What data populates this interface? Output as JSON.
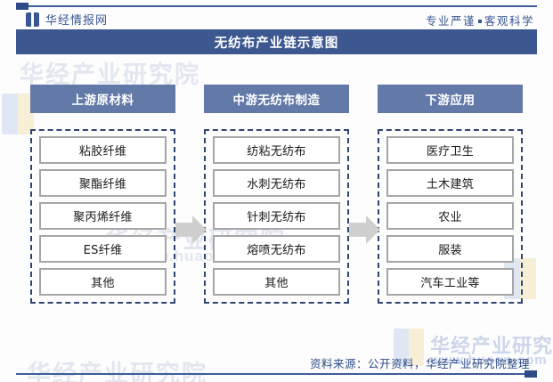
{
  "header": {
    "brand_name": "华经情报网",
    "brand_logo_icon": "open-book-icon",
    "slogan_left": "专业严谨",
    "slogan_right": "客观科学"
  },
  "title": {
    "text": "无纺布产业链示意图"
  },
  "colors": {
    "title_band": "#3d5791",
    "column_header": "#6379a8",
    "dashed_border": "#2f4572",
    "item_border": "#a6a6a6",
    "arrow": "#cccccc",
    "rule": "#3f5c99",
    "footer_text": "#2c4a86"
  },
  "chart_data": {
    "type": "diagram",
    "title": "无纺布产业链示意图",
    "columns": [
      {
        "header": "上游原材料",
        "items": [
          "粘胶纤维",
          "聚酯纤维",
          "聚丙烯纤维",
          "ES纤维",
          "其他"
        ]
      },
      {
        "header": "中游无纺布制造",
        "items": [
          "纺粘无纺布",
          "水刺无纺布",
          "针刺无纺布",
          "熔喷无纺布",
          "其他"
        ]
      },
      {
        "header": "下游应用",
        "items": [
          "医疗卫生",
          "土木建筑",
          "农业",
          "服装",
          "汽车工业等"
        ]
      }
    ],
    "connectors": [
      {
        "from": "上游原材料",
        "to": "中游无纺布制造",
        "icon": "arrow-right-icon"
      },
      {
        "from": "中游无纺布制造",
        "to": "下游应用",
        "icon": "arrow-right-icon"
      }
    ]
  },
  "footer": {
    "source": "资料来源：公开资料，华经产业研究院整理"
  },
  "watermark": {
    "title": "华经产业研究院",
    "url": "www.huaon.com",
    "logo_icon": "open-book-icon"
  }
}
